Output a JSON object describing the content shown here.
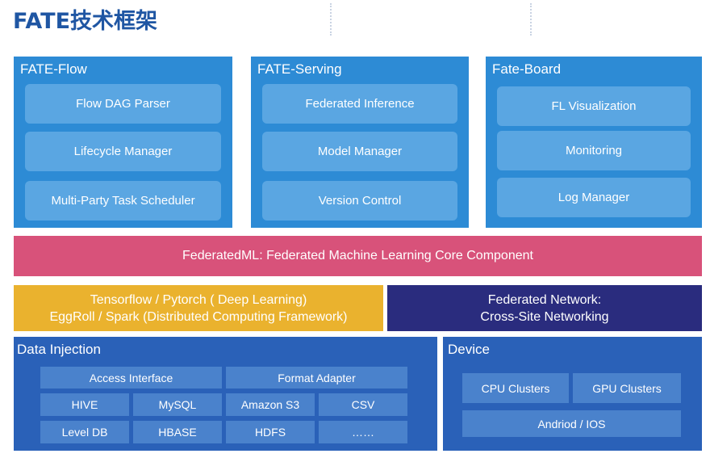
{
  "title": "FATE技术框架",
  "top_panels": [
    {
      "name": "FATE-Flow",
      "items": [
        "Flow DAG Parser",
        "Lifecycle Manager",
        "Multi-Party Task Scheduler"
      ]
    },
    {
      "name": "FATE-Serving",
      "items": [
        "Federated Inference",
        "Model Manager",
        "Version Control"
      ]
    },
    {
      "name": "Fate-Board",
      "items": [
        "FL Visualization",
        "Monitoring",
        "Log Manager"
      ]
    }
  ],
  "federated_ml": "FederatedML:  Federated Machine Learning Core Component",
  "computing": {
    "line1": "Tensorflow  /  Pytorch ( Deep Learning)",
    "line2": "EggRoll / Spark (Distributed Computing Framework)"
  },
  "network": {
    "line1": "Federated Network:",
    "line2": "Cross-Site Networking"
  },
  "data_injection": {
    "title": "Data Injection",
    "access_interface": "Access Interface",
    "format_adapter": "Format  Adapter",
    "sources": [
      "HIVE",
      "MySQL",
      "Amazon S3",
      "CSV",
      "Level DB",
      "HBASE",
      "HDFS",
      "……"
    ]
  },
  "device": {
    "title": "Device",
    "items": [
      "CPU Clusters",
      "GPU Clusters",
      "Andriod / IOS"
    ]
  },
  "colors": {
    "title": "#1f56a3",
    "panel": "#2d8bd5",
    "inner_box": "#5aa6e2",
    "federated_ml": "#d8527a",
    "computing": "#eab22e",
    "network": "#2a2c7e",
    "bottom_panel": "#2a61b8",
    "bottom_cell": "#4a82cc"
  }
}
